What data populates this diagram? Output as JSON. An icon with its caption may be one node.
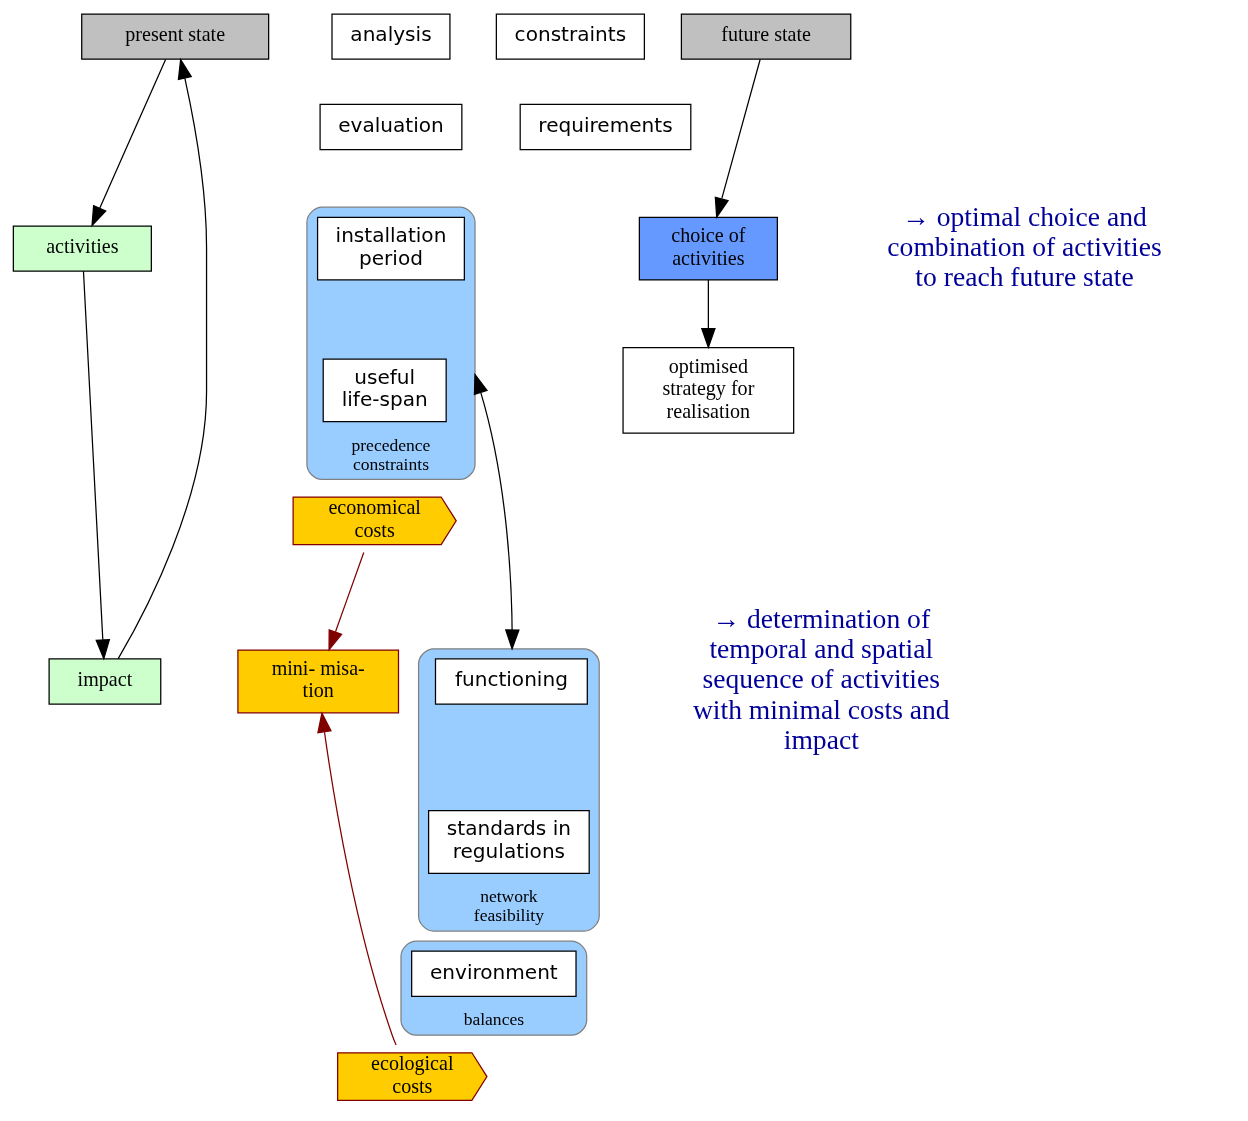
{
  "diagram": {
    "nodes": [
      {
        "text": [
          "present state"
        ]
      },
      {
        "text": [
          "analysis"
        ]
      },
      {
        "text": [
          "evaluation"
        ]
      },
      {
        "text": [
          "constraints"
        ]
      },
      {
        "text": [
          "future state"
        ]
      },
      {
        "text": [
          "requirements"
        ]
      },
      {
        "text": [
          "activities"
        ]
      },
      {
        "text": [
          "precedence constraints"
        ]
      },
      {
        "text": [
          "installation period"
        ],
        "in": 7
      },
      {
        "text": [
          "useful life-span"
        ],
        "in": 7
      },
      {
        "text": [
          "choice of activities"
        ]
      },
      {
        "text": [
          "economical costs"
        ]
      },
      {
        "text": [
          "impact"
        ]
      },
      {
        "text": [
          "network feasibility"
        ]
      },
      {
        "text": [
          "functioning"
        ],
        "in": 13
      },
      {
        "text": [
          "standards in regulations"
        ],
        "in": 13
      },
      {
        "text": [
          "balances"
        ]
      },
      {
        "text": [
          "environment"
        ],
        "in": 16
      },
      {
        "text": [
          "ecological costs"
        ]
      },
      {
        "text": [
          "mini- misa- tion"
        ]
      },
      {
        "text": [
          "optimised strategy for realisation"
        ]
      }
    ],
    "edges": [
      {
        "from": 0,
        "to": 6,
        "arrow": "to"
      },
      {
        "from": 6,
        "to": 12,
        "arrow": "to"
      },
      {
        "from": 12,
        "to": 0,
        "arrow": "to"
      },
      {
        "from": 4,
        "to": 10,
        "arrow": "to"
      },
      {
        "from": 10,
        "to": 20,
        "arrow": "to"
      },
      {
        "from": 11,
        "to": 19,
        "arrow": "to",
        "color": "#800000"
      },
      {
        "from": 18,
        "to": 19,
        "arrow": "to",
        "color": "#800000"
      },
      {
        "from": 7,
        "to": 13,
        "arrow": "both"
      }
    ],
    "labels": [
      "→ optimal choice and combination of activities to reach future state",
      "→ determination of temporal and spatial sequence of activities with minimal costs and impact"
    ]
  }
}
